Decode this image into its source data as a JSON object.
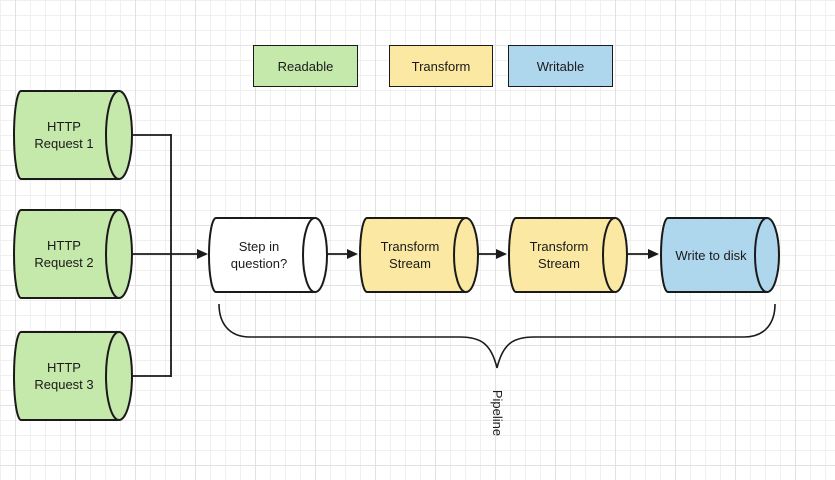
{
  "canvas": {
    "background": "#ffffff",
    "grid_minor_color": "#f0f0f0",
    "grid_major_color": "#e2e2e2",
    "stroke_color": "#1a1a1a"
  },
  "legend": {
    "items": [
      {
        "label": "Readable",
        "color": "#c5e8ab"
      },
      {
        "label": "Transform",
        "color": "#fbe8a2"
      },
      {
        "label": "Writable",
        "color": "#aed7ee"
      }
    ]
  },
  "nodes": {
    "sources": [
      {
        "line1": "HTTP",
        "line2": "Request 1",
        "color": "#c5e8ab"
      },
      {
        "line1": "HTTP",
        "line2": "Request 2",
        "color": "#c5e8ab"
      },
      {
        "line1": "HTTP",
        "line2": "Request 3",
        "color": "#c5e8ab"
      }
    ],
    "steps": [
      {
        "line1": "Step in",
        "line2": "question?",
        "color": "#ffffff"
      },
      {
        "line1": "Transform",
        "line2": "Stream",
        "color": "#fbe8a2"
      },
      {
        "line1": "Transform",
        "line2": "Stream",
        "color": "#fbe8a2"
      },
      {
        "line1": "Write to disk",
        "line2": "",
        "color": "#aed7ee"
      }
    ]
  },
  "brace": {
    "label": "Pipeline"
  }
}
